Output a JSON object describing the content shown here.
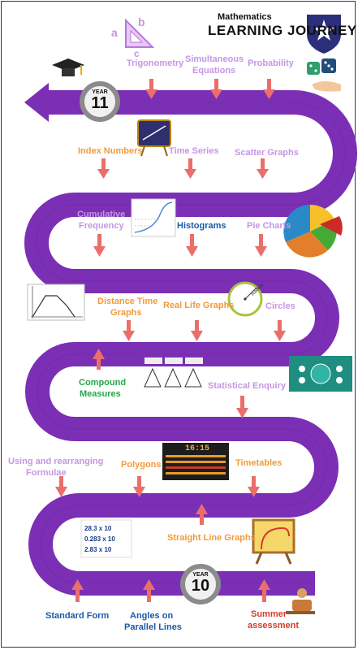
{
  "header": {
    "small": "Mathematics",
    "big": "LEARNING JOURNEY"
  },
  "badges": {
    "top": {
      "label": "YEAR",
      "number": "11"
    },
    "bottom": {
      "label": "YEAR",
      "number": "10"
    }
  },
  "topics": {
    "trigonometry": "Trigonometry",
    "simultaneous_1": "Simultaneous",
    "simultaneous_2": "Equations",
    "probability": "Probability",
    "index_numbers": "Index Numbers",
    "time_series": "Time Series",
    "scatter_graphs": "Scatter Graphs",
    "cumulative_1": "Cumulative",
    "cumulative_2": "Frequency",
    "histograms": "Histograms",
    "pie_charts": "Pie Charts",
    "distance_time_1": "Distance Time",
    "distance_time_2": "Graphs",
    "real_life_graphs": "Real Life Graphs",
    "circles": "Circles",
    "compound_1": "Compound",
    "compound_2": "Measures",
    "statistical_enquiry": "Statistical Enquiry",
    "using_formulae_1": "Using and rearranging",
    "using_formulae_2": "Formulae",
    "polygons": "Polygons",
    "timetables": "Timetables",
    "straight_line_graphs": "Straight Line Graphs",
    "standard_form": "Standard Form",
    "angles_1": "Angles on",
    "angles_2": "Parallel Lines",
    "summer_1": "Summer",
    "summer_2": "assessment"
  },
  "images": {
    "standard_form_lines": [
      "28.3 x 10",
      "0.283 x 10",
      "2.83 x 10"
    ],
    "timetable_clock": "16:15",
    "radius_label": "Radius"
  },
  "colors": {
    "road": "#7b2fb5",
    "arrow": "#ea6e6a",
    "lilac": "#c596e4",
    "orange": "#f29a3a",
    "blue": "#1b5aa6",
    "green": "#23a84a",
    "red": "#d63a2a"
  }
}
